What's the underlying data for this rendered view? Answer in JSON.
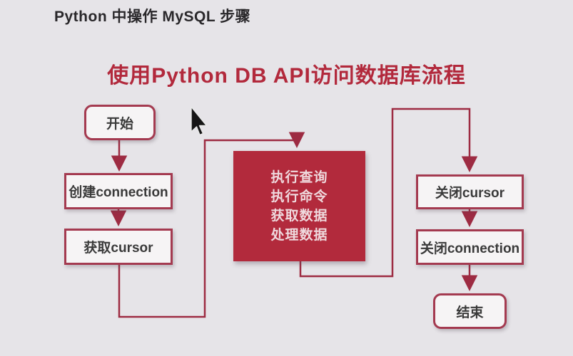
{
  "page": {
    "heading": "Python 中操作 MySQL 步骤",
    "title": "使用Python DB API访问数据库流程"
  },
  "flowchart": {
    "nodes": {
      "start": {
        "label": "开始"
      },
      "create_connection": {
        "label": "创建connection"
      },
      "get_cursor": {
        "label": "获取cursor"
      },
      "process": {
        "lines": [
          "执行查询",
          "执行命令",
          "获取数据",
          "处理数据"
        ]
      },
      "close_cursor": {
        "label": "关闭cursor"
      },
      "close_connection": {
        "label": "关闭connection"
      },
      "end": {
        "label": "结束"
      }
    },
    "colors": {
      "background": "#e6e4e8",
      "title_red": "#b2293c",
      "node_border_red": "#a43a50",
      "connector_red": "#9d2b42",
      "process_fill_red": "#b22a3c",
      "process_text_pink": "#efd9dd",
      "node_fill": "#f6f4f5",
      "node_text": "#3a3a3a",
      "heading_text": "#29272a"
    }
  }
}
